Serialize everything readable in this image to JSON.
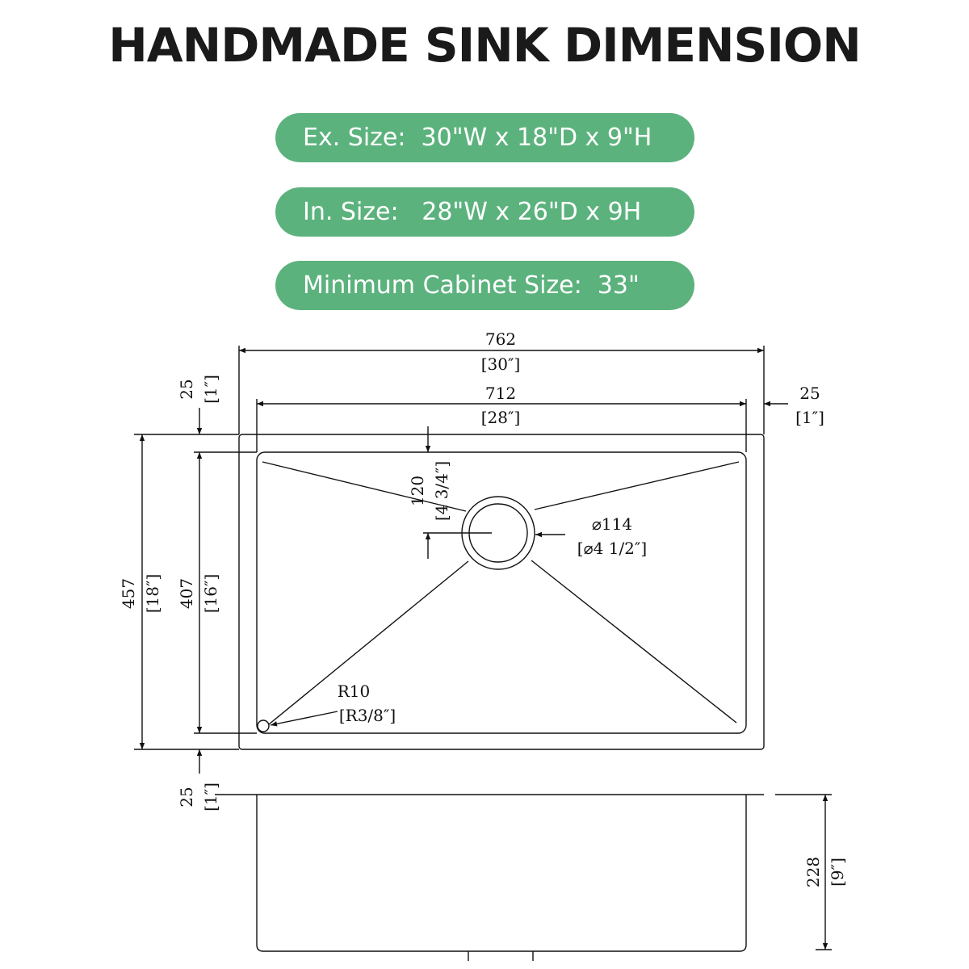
{
  "title": "HANDMADE SINK DIMENSION",
  "accent_color": "#5cb27d",
  "specs": [
    "Ex. Size:  30\"W x 18\"D x 9\"H",
    "In. Size:   28\"W x 26\"D x 9H",
    "Minimum Cabinet Size:  33\""
  ],
  "dimensions": {
    "outer_width": {
      "mm": "762",
      "inch": "[30″]"
    },
    "inner_width": {
      "mm": "712",
      "inch": "[28″]"
    },
    "right_rim": {
      "mm": "25",
      "inch": "[1″]"
    },
    "top_rim": {
      "mm": "25",
      "inch": "[1″]"
    },
    "outer_depth": {
      "mm": "457",
      "inch": "[18″]"
    },
    "inner_depth": {
      "mm": "407",
      "inch": "[16″]"
    },
    "drain_offset": {
      "mm": "120",
      "inch": "[4 3/4″]"
    },
    "drain_diameter": {
      "mm": "⌀114",
      "inch": "[⌀4 1/2″]"
    },
    "corner_radius": {
      "mm": "R10",
      "inch": "[R3/8″]"
    },
    "bottom_rim": {
      "mm": "25",
      "inch": "[1″]"
    },
    "height": {
      "mm": "228",
      "inch": "[9″]"
    }
  }
}
